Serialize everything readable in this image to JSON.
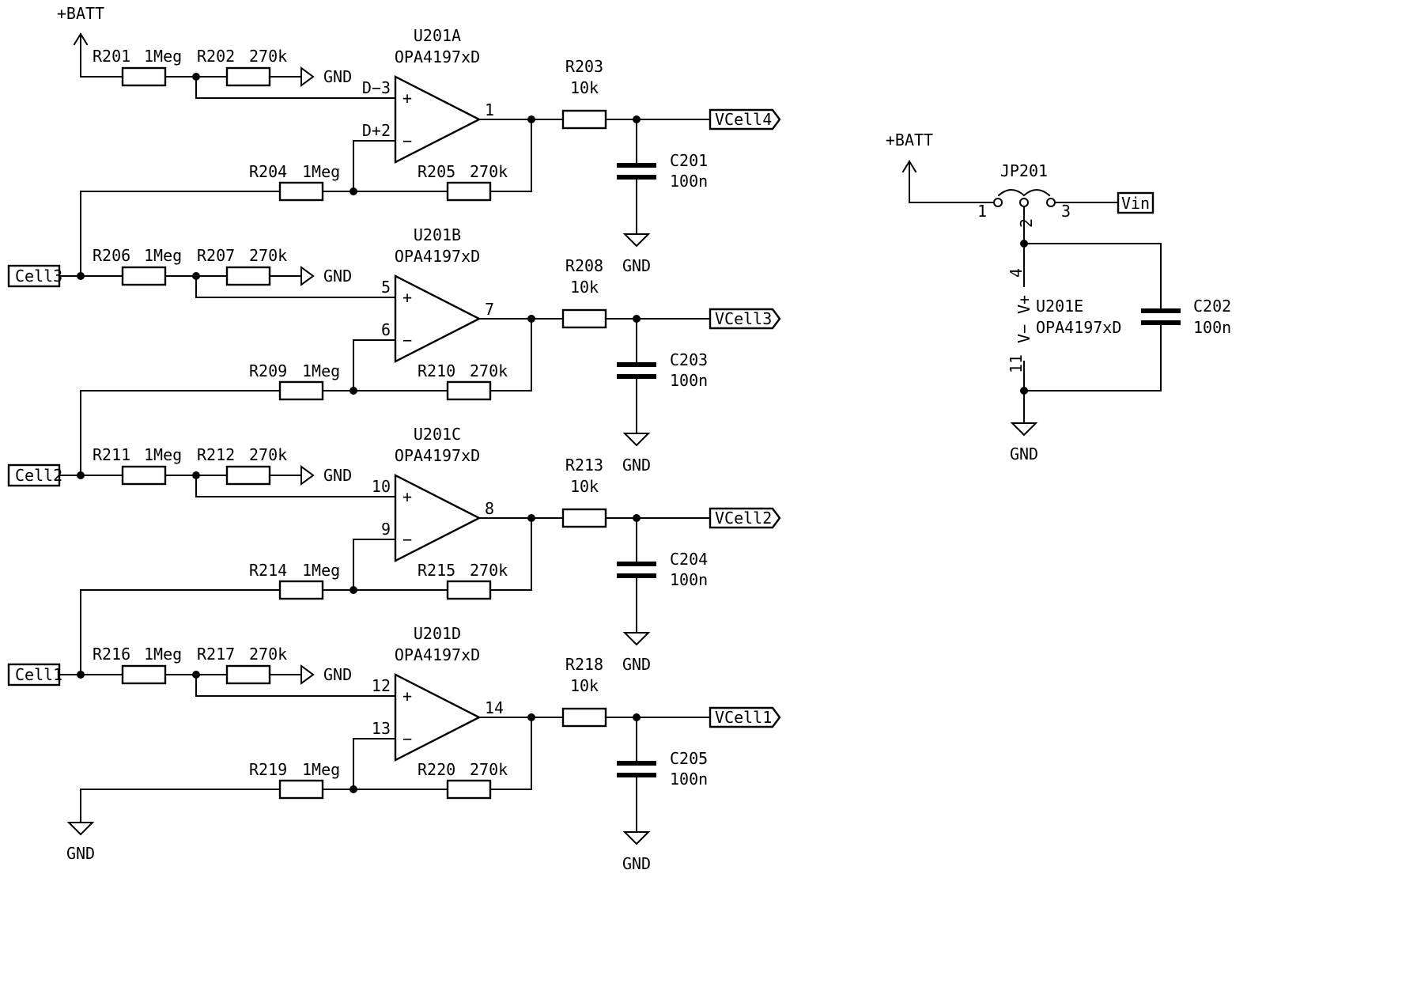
{
  "power": {
    "batt": "+BATT",
    "gnd": "GND",
    "vin": "Vin"
  },
  "ports": {
    "cell3": "Cell3",
    "cell2": "Cell2",
    "cell1": "Cell1"
  },
  "stages": [
    {
      "unit": "U201A",
      "part": "OPA4197xD",
      "pin_plus": "D−3",
      "pin_minus": "D+2",
      "pin_out": "1",
      "r_in_ref": "R201",
      "r_in_val": "1Meg",
      "r_gnd_ref": "R202",
      "r_gnd_val": "270k",
      "r_neg_ref": "R204",
      "r_neg_val": "1Meg",
      "r_fb_ref": "R205",
      "r_fb_val": "270k",
      "r_out_ref": "R203",
      "r_out_val": "10k",
      "c_ref": "C201",
      "c_val": "100n",
      "out_label": "VCell4"
    },
    {
      "unit": "U201B",
      "part": "OPA4197xD",
      "pin_plus": "5",
      "pin_minus": "6",
      "pin_out": "7",
      "r_in_ref": "R206",
      "r_in_val": "1Meg",
      "r_gnd_ref": "R207",
      "r_gnd_val": "270k",
      "r_neg_ref": "R209",
      "r_neg_val": "1Meg",
      "r_fb_ref": "R210",
      "r_fb_val": "270k",
      "r_out_ref": "R208",
      "r_out_val": "10k",
      "c_ref": "C203",
      "c_val": "100n",
      "out_label": "VCell3"
    },
    {
      "unit": "U201C",
      "part": "OPA4197xD",
      "pin_plus": "10",
      "pin_minus": "9",
      "pin_out": "8",
      "r_in_ref": "R211",
      "r_in_val": "1Meg",
      "r_gnd_ref": "R212",
      "r_gnd_val": "270k",
      "r_neg_ref": "R214",
      "r_neg_val": "1Meg",
      "r_fb_ref": "R215",
      "r_fb_val": "270k",
      "r_out_ref": "R213",
      "r_out_val": "10k",
      "c_ref": "C204",
      "c_val": "100n",
      "out_label": "VCell2"
    },
    {
      "unit": "U201D",
      "part": "OPA4197xD",
      "pin_plus": "12",
      "pin_minus": "13",
      "pin_out": "14",
      "r_in_ref": "R216",
      "r_in_val": "1Meg",
      "r_gnd_ref": "R217",
      "r_gnd_val": "270k",
      "r_neg_ref": "R219",
      "r_neg_val": "1Meg",
      "r_fb_ref": "R220",
      "r_fb_val": "270k",
      "r_out_ref": "R218",
      "r_out_val": "10k",
      "c_ref": "C205",
      "c_val": "100n",
      "out_label": "VCell1"
    }
  ],
  "supply": {
    "jumper_ref": "JP201",
    "jumper_pins": [
      "1",
      "2",
      "3"
    ],
    "unit": "U201E",
    "part": "OPA4197xD",
    "pin_vplus": "4",
    "pin_vminus": "11",
    "vplus_label": "V+",
    "vminus_label": "V−",
    "c_ref": "C202",
    "c_val": "100n"
  }
}
